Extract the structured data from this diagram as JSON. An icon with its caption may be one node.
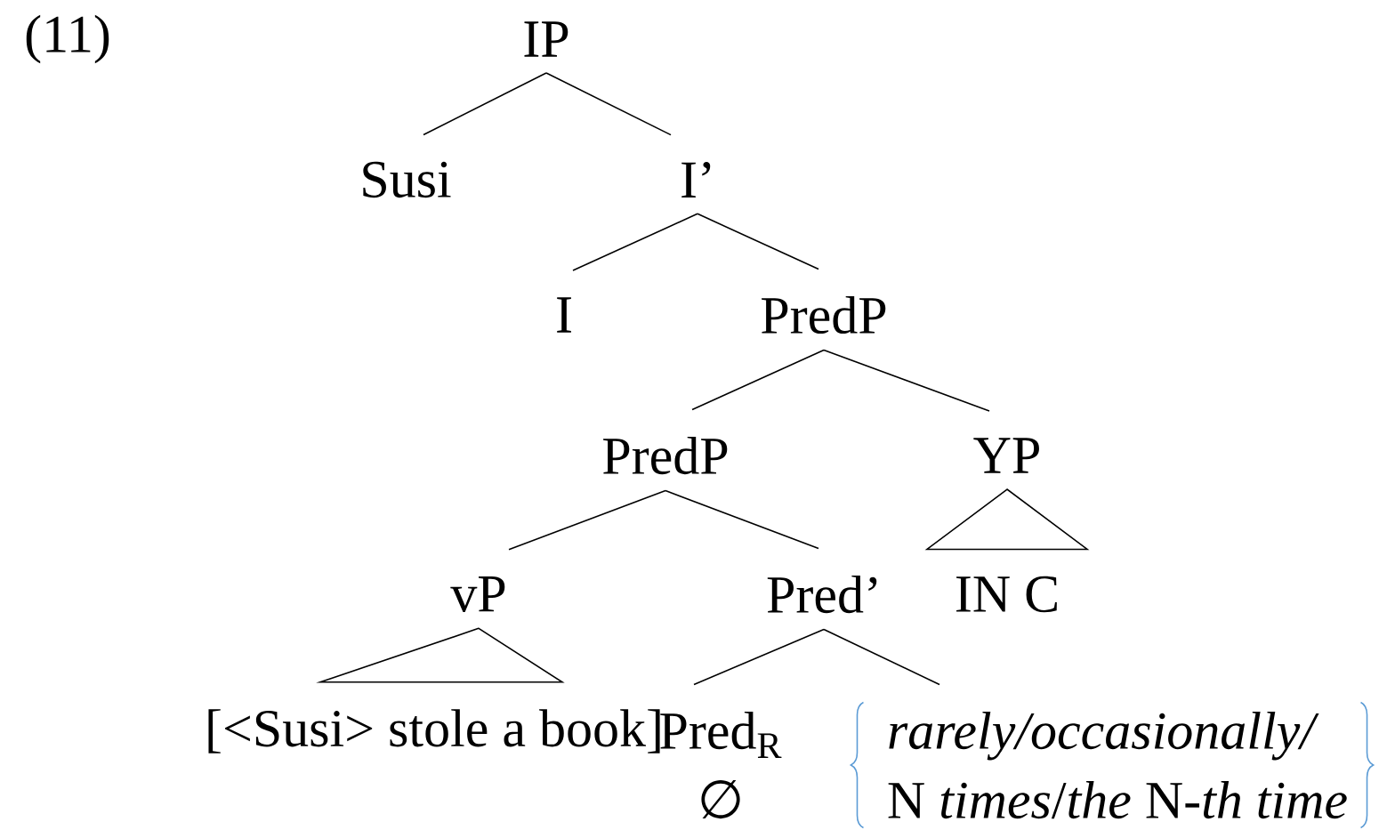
{
  "diagram": {
    "nodes": [
      {
        "text": [
          "IP"
        ]
      },
      {
        "text": [
          "Susi"
        ]
      },
      {
        "text": [
          "I’"
        ]
      },
      {
        "text": [
          "I"
        ]
      },
      {
        "text": [
          "PredP"
        ]
      },
      {
        "text": [
          "PredP"
        ]
      },
      {
        "text": [
          "YP"
        ]
      },
      {
        "text": [
          "vP"
        ]
      },
      {
        "text": [
          "Pred’"
        ]
      },
      {
        "text": [
          "IN C"
        ]
      },
      {
        "text": [
          "[<Susi> stole a book]"
        ]
      },
      {
        "text": [
          "Pred$_{R}$",
          "∅"
        ]
      },
      {
        "text": [
          "rarely/occasionally/",
          "N *times*/*the* N-*th time*"
        ]
      }
    ],
    "edges": [
      {
        "from": 0,
        "to": 1,
        "arrow": "none"
      },
      {
        "from": 0,
        "to": 2,
        "arrow": "none"
      },
      {
        "from": 2,
        "to": 3,
        "arrow": "none"
      },
      {
        "from": 2,
        "to": 4,
        "arrow": "none"
      },
      {
        "from": 4,
        "to": 5,
        "arrow": "none"
      },
      {
        "from": 4,
        "to": 6,
        "arrow": "none"
      },
      {
        "from": 5,
        "to": 7,
        "arrow": "none"
      },
      {
        "from": 5,
        "to": 8,
        "arrow": "none"
      },
      {
        "from": 6,
        "to": 9,
        "arrow": "none"
      },
      {
        "from": 7,
        "to": 10,
        "arrow": "none"
      },
      {
        "from": 8,
        "to": 11,
        "arrow": "none"
      },
      {
        "from": 8,
        "to": 12,
        "arrow": "none"
      }
    ],
    "labels": [
      "(11)"
    ]
  }
}
